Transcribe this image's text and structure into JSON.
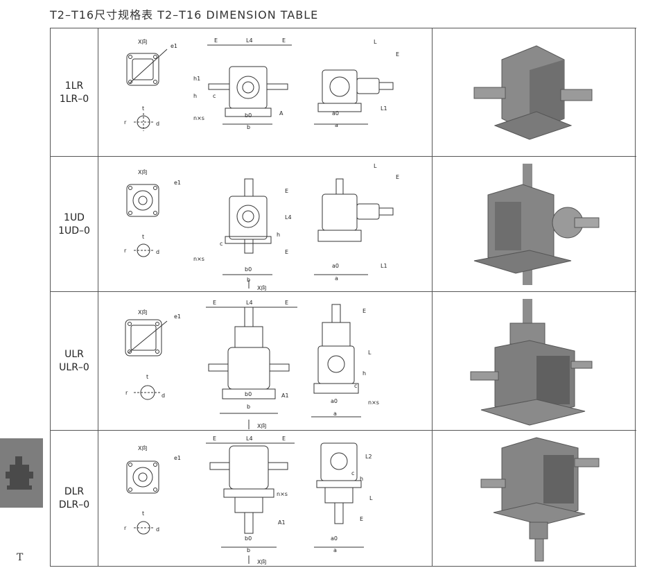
{
  "page": {
    "title": "T2–T16尺寸规格表  T2–T16 DIMENSION TABLE",
    "side_letter": "T"
  },
  "rows": [
    {
      "model_line1": "1LR",
      "model_line2": "1LR–0"
    },
    {
      "model_line1": "1UD",
      "model_line2": "1UD–0"
    },
    {
      "model_line1": "ULR",
      "model_line2": "ULR–0"
    },
    {
      "model_line1": "DLR",
      "model_line2": "DLR–0"
    }
  ],
  "dim_labels": {
    "x_view": "X向",
    "e1": "e1",
    "t": "t",
    "r": "r",
    "d": "d",
    "E": "E",
    "L4": "L4",
    "L": "L",
    "L1": "L1",
    "L2": "L2",
    "h": "h",
    "h1": "h1",
    "c": "c",
    "b0": "b0",
    "b": "b",
    "a0": "a0",
    "a": "a",
    "A": "A",
    "A1": "A1",
    "nxs": "n×s"
  },
  "icons": {
    "side_tab": "gearbox-icon"
  }
}
